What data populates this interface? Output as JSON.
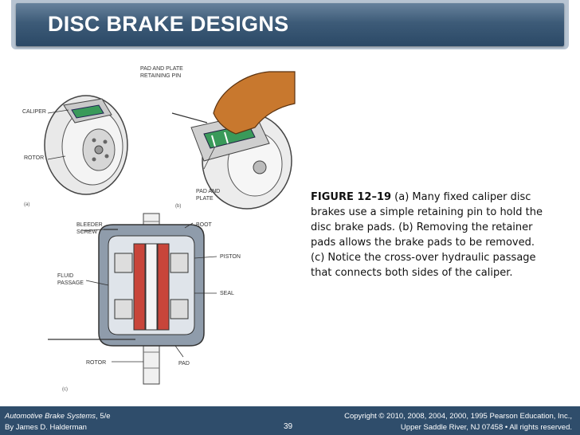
{
  "slide": {
    "title": "DISC BRAKE DESIGNS"
  },
  "figure": {
    "labels": {
      "caliper": "CALIPER",
      "rotor_a": "ROTOR",
      "pin": "PAD AND PLATE",
      "pin2": "RETAINING PIN",
      "pad_plate": "PAD AND",
      "pad_plate2": "PLATE",
      "a": "(a)",
      "b": "(b)",
      "bleeder": "BLEEDER",
      "bleeder2": "SCREW",
      "boot": "BOOT",
      "piston": "PISTON",
      "fluid": "FLUID",
      "fluid2": "PASSAGE",
      "seal": "SEAL",
      "pad": "PAD",
      "rotor_c": "ROTOR",
      "c": "(c)"
    }
  },
  "caption": {
    "figure_number": "FIGURE 12–19",
    "text": " (a) Many fixed caliper disc brakes use a simple retaining pin to hold the disc brake pads. (b) Removing the retainer pads allows the brake pads to be removed. (c) Notice the cross-over hydraulic passage that connects both sides of the caliper."
  },
  "footer": {
    "book_title": "Automotive Brake Systems",
    "edition": ", 5/e",
    "author": "By James D. Halderman",
    "page": "39",
    "copyright_line1": "Copyright © 2010, 2008, 2004, 2000, 1995 Pearson Education, Inc.,",
    "copyright_line2": "Upper Saddle River, NJ 07458 • All rights reserved."
  },
  "colors": {
    "title_bar": "#3d5b78",
    "footer_bar": "#2f4d6b",
    "pad_green": "#3a9a5a",
    "pad_red": "#c8453a",
    "caliper_grey": "#9aa7b3",
    "hand_orange": "#c8782e"
  }
}
